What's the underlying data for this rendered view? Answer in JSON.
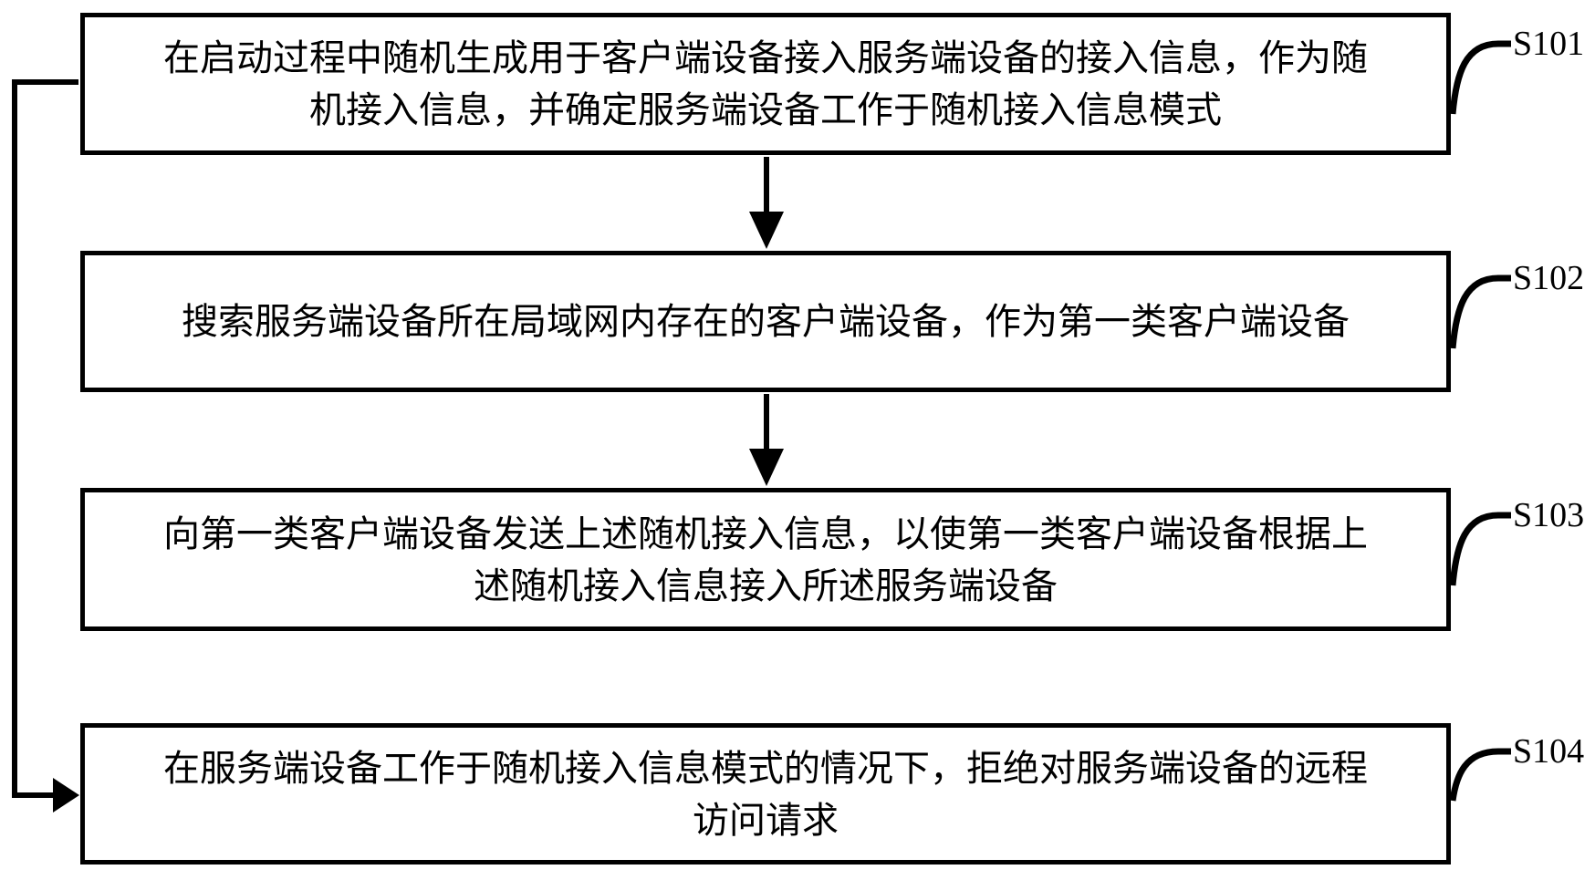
{
  "figure": {
    "type": "flowchart",
    "colors": {
      "line": "#000000",
      "background": "#ffffff",
      "text": "#000000"
    }
  },
  "steps": [
    {
      "label": "S101",
      "lines": [
        "在启动过程中随机生成用于客户端设备接入服务端设备的接入信息，作为随",
        "机接入信息，并确定服务端设备工作于随机接入信息模式"
      ]
    },
    {
      "label": "S102",
      "lines": [
        "搜索服务端设备所在局域网内存在的客户端设备，作为第一类客户端设备"
      ]
    },
    {
      "label": "S103",
      "lines": [
        "向第一类客户端设备发送上述随机接入信息，以使第一类客户端设备根据上",
        "述随机接入信息接入所述服务端设备"
      ]
    },
    {
      "label": "S104",
      "lines": [
        "在服务端设备工作于随机接入信息模式的情况下，拒绝对服务端设备的远程",
        "访问请求"
      ]
    }
  ],
  "connections": [
    {
      "from": "S101",
      "to": "S102",
      "type": "arrow-down"
    },
    {
      "from": "S102",
      "to": "S103",
      "type": "arrow-down"
    },
    {
      "from": "S101",
      "to": "S104",
      "type": "left-loopback-arrow"
    }
  ]
}
